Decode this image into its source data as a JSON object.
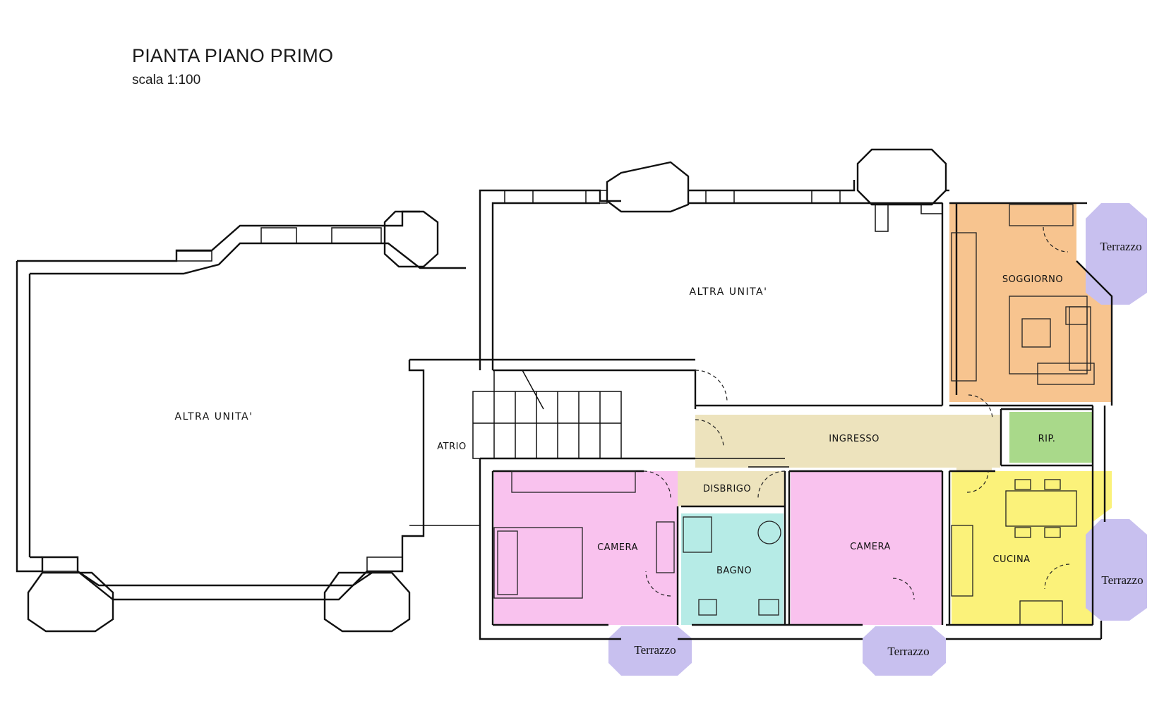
{
  "header": {
    "title": "PIANTA PIANO PRIMO",
    "scale": "scala 1:100"
  },
  "rooms": {
    "altra_unita_left": "ALTRA  UNITA'",
    "altra_unita_top": "ALTRA  UNITA'",
    "atrio": "ATRIO",
    "soggiorno": "SOGGIORNO",
    "ingresso": "INGRESSO",
    "ripostiglio": "RIP.",
    "disbrigo": "DISBRIGO",
    "camera_left": "CAMERA",
    "bagno": "BAGNO",
    "camera_right": "CAMERA",
    "cucina": "CUCINA"
  },
  "terraces": {
    "top_right": "Terrazzo",
    "mid_right": "Terrazzo",
    "bottom_left": "Terrazzo",
    "bottom_mid": "Terrazzo"
  },
  "colors": {
    "soggiorno": "#f7c48f",
    "ingresso": "#ede3bd",
    "ripostiglio": "#a9d98a",
    "camera": "#f9c2ee",
    "bagno": "#b6ebe6",
    "cucina": "#fbf27a",
    "terrazzo": "#c8c0ef"
  }
}
